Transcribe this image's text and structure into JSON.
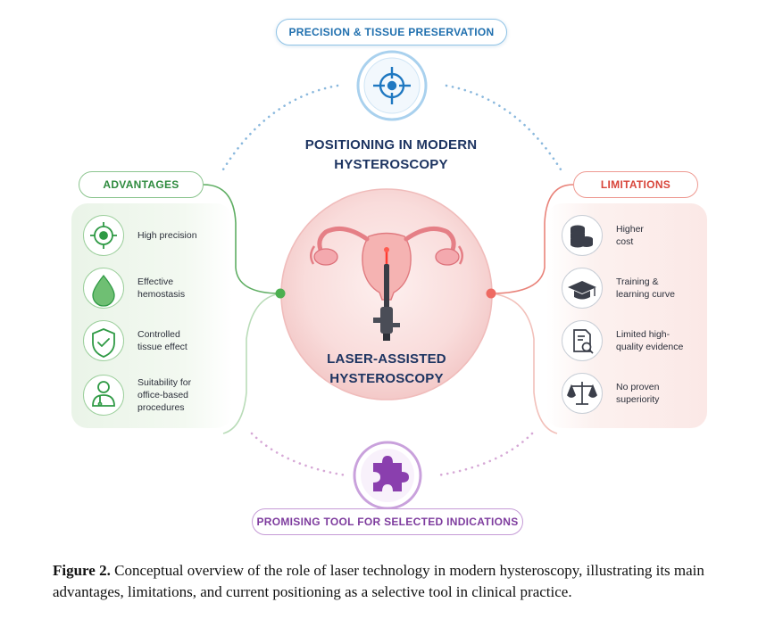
{
  "top_pill": "PRECISION & TISSUE PRESERVATION",
  "top_heading_line1": "POSITIONING IN MODERN",
  "top_heading_line2": "HYSTEROSCOPY",
  "center_heading_line1": "LASER-ASSISTED",
  "center_heading_line2": "HYSTEROSCOPY",
  "bottom_pill": "PROMISING TOOL FOR SELECTED INDICATIONS",
  "advantages": {
    "title": "ADVANTAGES",
    "items": [
      {
        "label": "High precision",
        "icon": "target-icon"
      },
      {
        "label": "Effective\nhemostasis",
        "icon": "drop-icon"
      },
      {
        "label": "Controlled\ntissue effect",
        "icon": "shield-check-icon"
      },
      {
        "label": "Suitability for\noffice-based\nprocedures",
        "icon": "doctor-icon"
      }
    ]
  },
  "limitations": {
    "title": "LIMITATIONS",
    "items": [
      {
        "label": "Higher\ncost",
        "icon": "coins-icon"
      },
      {
        "label": "Training &\nlearning curve",
        "icon": "graduation-cap-icon"
      },
      {
        "label": "Limited high-\nquality evidence",
        "icon": "document-search-icon"
      },
      {
        "label": "No proven\nsuperiority",
        "icon": "scales-icon"
      }
    ]
  },
  "caption": {
    "label": "Figure 2.",
    "text": " Conceptual overview of the role of laser technology in modern hysteroscopy, illustrating its main advantages, limitations, and current positioning as a selective tool in clinical practice."
  },
  "colors": {
    "blue": "#1f6fae",
    "green": "#2e8b3e",
    "red": "#d8463b",
    "purple": "#7e3c9e",
    "navy": "#1d3461"
  }
}
